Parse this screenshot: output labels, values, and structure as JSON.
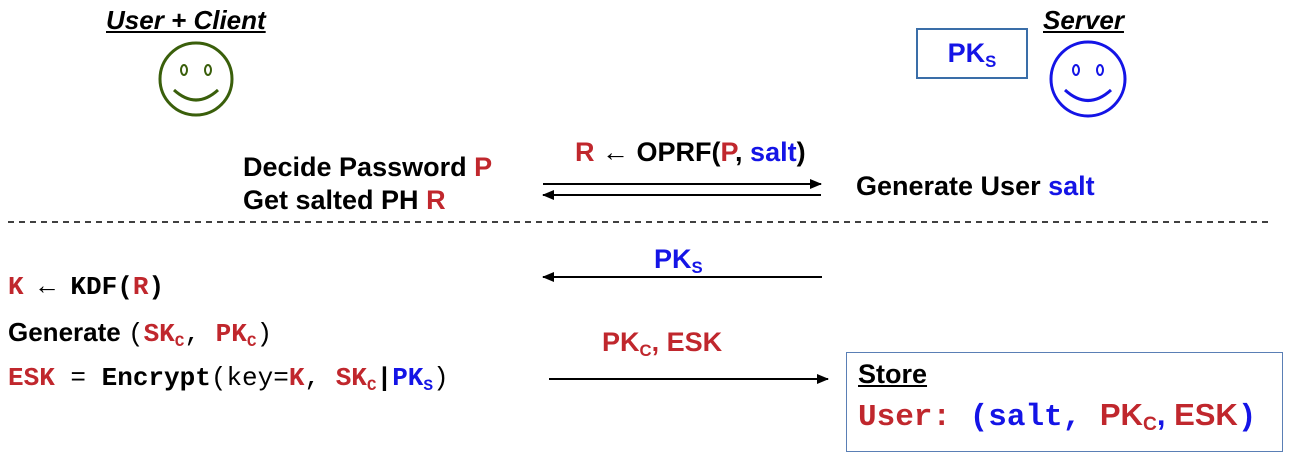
{
  "client": {
    "title": "User + Client",
    "face_color": "#3a5f0b"
  },
  "server": {
    "title": "Server",
    "face_color": "#1414e6",
    "pk_box": {
      "main": "PK",
      "sub": "S"
    }
  },
  "phase1": {
    "left_line1_text": "Decide Password ",
    "left_line1_var": "P",
    "left_line2_text": "Get salted PH ",
    "left_line2_var": "R",
    "arrow_label": {
      "result": "R",
      "arrow": " ← OPRF(",
      "p": "P",
      "comma": ", ",
      "salt": "salt",
      "close": ")"
    },
    "right_text": "Generate User ",
    "right_var": "salt"
  },
  "phase2": {
    "pk_label_main": "PK",
    "pk_label_sub": "S",
    "kdf": {
      "k": "K",
      "arrow": " ← KDF(",
      "r": "R",
      "close": ")"
    },
    "generate": {
      "label": "Generate ",
      "open": "(",
      "sk": "SK",
      "sk_sub": "C",
      "sep": ", ",
      "pk": "PK",
      "pk_sub": "C",
      "close": ")"
    },
    "encrypt": {
      "esk": "ESK",
      "eq": " = ",
      "fn": "Encrypt",
      "open": "(key=",
      "k": "K",
      "sep": ", ",
      "sk": "SK",
      "sk_sub": "C",
      "bar": "|",
      "pk": "PK",
      "pk_sub": "S",
      "close": ")"
    },
    "send_label": {
      "pk": "PK",
      "pk_sub": "C",
      "sep": ", ",
      "esk": "ESK"
    }
  },
  "store": {
    "title": "Store",
    "user": "User:",
    "open": " (",
    "salt": "salt",
    "sep1": ", ",
    "pk": "PK",
    "pk_sub": "C",
    "sep2": ", ",
    "esk": "ESK",
    "close": ")"
  },
  "colors": {
    "red": "#c0272d",
    "blue": "#1414e6",
    "client_green": "#3a5f0b",
    "box_border": "#3a6ea8"
  }
}
